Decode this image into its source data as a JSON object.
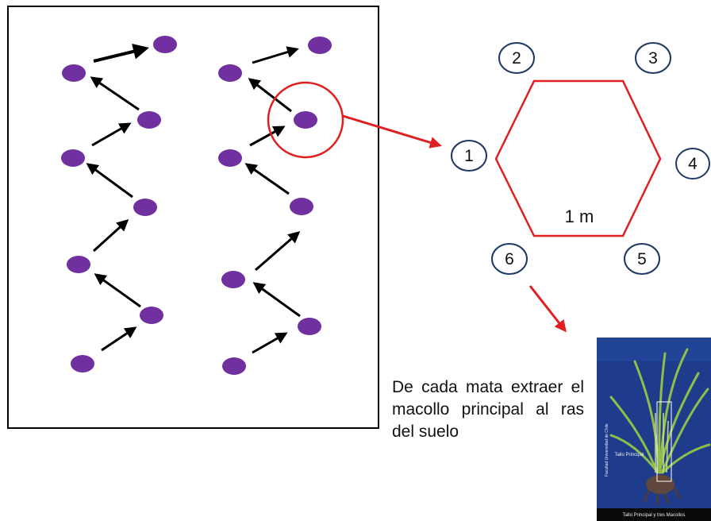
{
  "colors": {
    "dot": "#7030a0",
    "arrow": "#000000",
    "highlight": "#e02020",
    "hexagon": "#e02020",
    "number_circle": "#1f3864",
    "photo_bg": "#1f3c8c"
  },
  "hexagon": {
    "side_label": "1 m",
    "positions": [
      {
        "label": "1",
        "name": "position-1"
      },
      {
        "label": "2",
        "name": "position-2"
      },
      {
        "label": "3",
        "name": "position-3"
      },
      {
        "label": "4",
        "name": "position-4"
      },
      {
        "label": "5",
        "name": "position-5"
      },
      {
        "label": "6",
        "name": "position-6"
      }
    ]
  },
  "caption": "De cada mata extraer el macollo principal al ras del suelo",
  "photo": {
    "label": "Tallo Principal",
    "side_text": "Facultad Universidad de Chile",
    "footer": "Tallo Principal y tres Macollos"
  }
}
